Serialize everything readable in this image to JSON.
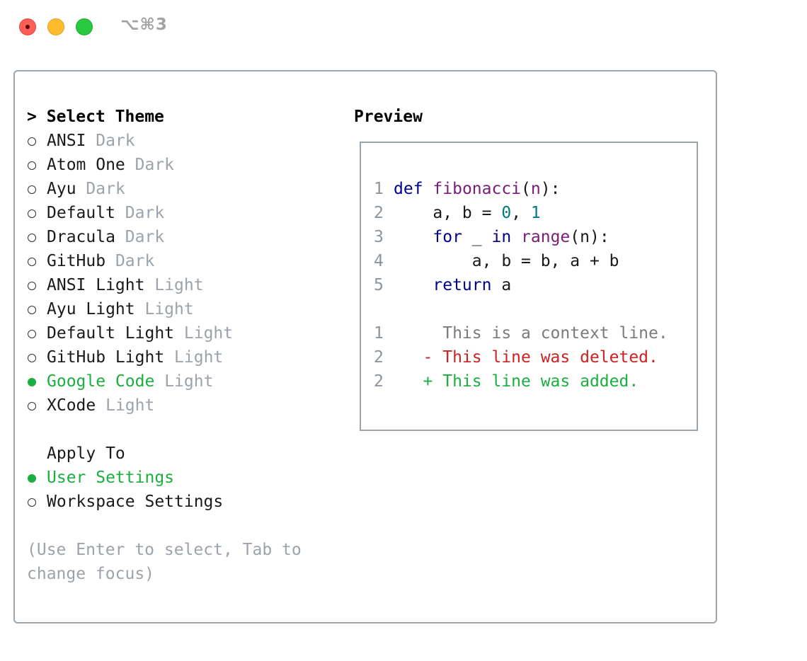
{
  "window": {
    "shortcut": "⌥⌘3"
  },
  "theme_list": {
    "heading": "Select Theme",
    "cursor": ">",
    "items": [
      {
        "name": "ANSI",
        "kind": "Dark",
        "selected": false
      },
      {
        "name": "Atom One",
        "kind": "Dark",
        "selected": false
      },
      {
        "name": "Ayu",
        "kind": "Dark",
        "selected": false
      },
      {
        "name": "Default",
        "kind": "Dark",
        "selected": false
      },
      {
        "name": "Dracula",
        "kind": "Dark",
        "selected": false
      },
      {
        "name": "GitHub",
        "kind": "Dark",
        "selected": false
      },
      {
        "name": "ANSI Light",
        "kind": "Light",
        "selected": false
      },
      {
        "name": "Ayu Light",
        "kind": "Light",
        "selected": false
      },
      {
        "name": "Default Light",
        "kind": "Light",
        "selected": false
      },
      {
        "name": "GitHub Light",
        "kind": "Light",
        "selected": false
      },
      {
        "name": "Google Code",
        "kind": "Light",
        "selected": true
      },
      {
        "name": "XCode",
        "kind": "Light",
        "selected": false
      }
    ]
  },
  "apply_to": {
    "heading": "Apply To",
    "options": [
      {
        "label": "User Settings",
        "selected": true
      },
      {
        "label": "Workspace Settings",
        "selected": false
      }
    ]
  },
  "help": {
    "line1": "(Use Enter to select, Tab to",
    "line2": "change focus)"
  },
  "preview": {
    "heading": "Preview",
    "code": [
      {
        "n": "1",
        "tokens": [
          [
            "kw",
            "def"
          ],
          [
            "plain",
            " "
          ],
          [
            "fn",
            "fibonacci"
          ],
          [
            "plain",
            "("
          ],
          [
            "fn",
            "n"
          ],
          [
            "plain",
            "):"
          ]
        ]
      },
      {
        "n": "2",
        "tokens": [
          [
            "plain",
            "    a, b = "
          ],
          [
            "num",
            "0"
          ],
          [
            "plain",
            ", "
          ],
          [
            "num",
            "1"
          ]
        ]
      },
      {
        "n": "3",
        "tokens": [
          [
            "plain",
            "    "
          ],
          [
            "kw",
            "for"
          ],
          [
            "plain",
            " _ "
          ],
          [
            "kw",
            "in"
          ],
          [
            "plain",
            " "
          ],
          [
            "fn",
            "range"
          ],
          [
            "plain",
            "(n):"
          ]
        ]
      },
      {
        "n": "4",
        "tokens": [
          [
            "plain",
            "        a, b = b, a + b"
          ]
        ]
      },
      {
        "n": "5",
        "tokens": [
          [
            "plain",
            "    "
          ],
          [
            "kw",
            "return"
          ],
          [
            "plain",
            " a"
          ]
        ]
      }
    ],
    "diff": [
      {
        "n": "1",
        "type": "ctx",
        "text": "     This is a context line."
      },
      {
        "n": "2",
        "type": "del",
        "text": "   - This line was deleted."
      },
      {
        "n": "2",
        "type": "add",
        "text": "   + This line was added."
      }
    ]
  },
  "colors": {
    "accent_green": "#1aaf3f",
    "dim_gray": "#9ca3ab",
    "keyword_blue": "#00008b",
    "function_purple": "#7a1d7a",
    "number_teal": "#007a7a",
    "deleted_red": "#cc2222"
  }
}
